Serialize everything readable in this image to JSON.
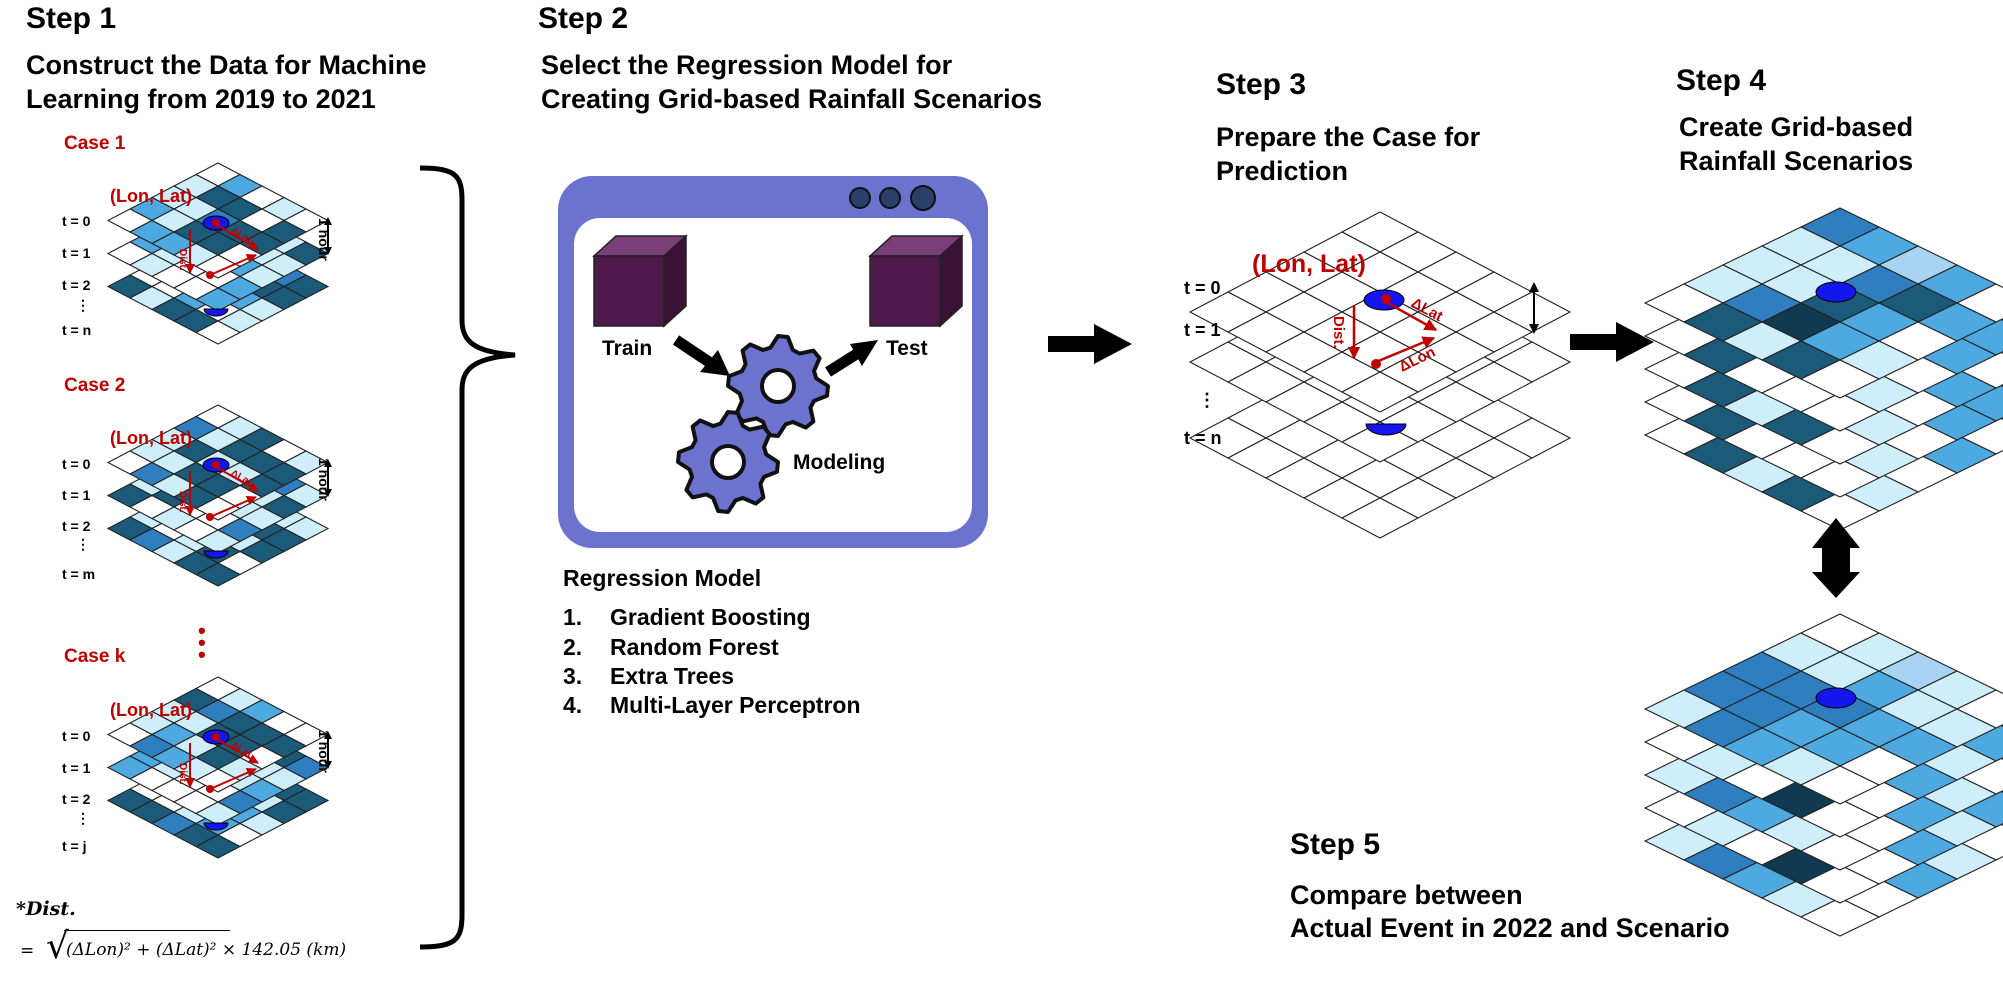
{
  "step1": {
    "label": "Step 1",
    "heading_line1": "Construct the Data for Machine",
    "heading_line2": "Learning from 2019 to 2021",
    "cases": [
      {
        "label": "Case 1",
        "coord": "(Lon, Lat)",
        "times": [
          "t = 0",
          "t = 1",
          "t = 2",
          "⋮",
          "t = n"
        ],
        "hour": "1 hour"
      },
      {
        "label": "Case 2",
        "coord": "(Lon, Lat)",
        "times": [
          "t = 0",
          "t = 1",
          "t = 2",
          "⋮",
          "t = m"
        ],
        "hour": "1 hour"
      },
      {
        "label": "Case k",
        "coord": "(Lon, Lat)",
        "times": [
          "t = 0",
          "t = 1",
          "t = 2",
          "⋮",
          "t = j"
        ],
        "hour": "1 hour"
      }
    ],
    "delta_lat": "ΔLat",
    "delta_lon": "ΔLon",
    "dist": "Dist.",
    "footnote_label": "*Dist.",
    "formula_eq": "=",
    "formula_body": "(ΔLon)² + (ΔLat)² × 142.05 (km)"
  },
  "step2": {
    "label": "Step 2",
    "heading_line1": "Select the Regression Model for",
    "heading_line2": "Creating Grid-based Rainfall Scenarios",
    "train": "Train",
    "test": "Test",
    "modeling": "Modeling",
    "regression_title": "Regression Model",
    "models": [
      {
        "num": "1.",
        "name": "Gradient Boosting"
      },
      {
        "num": "2.",
        "name": "Random Forest"
      },
      {
        "num": "3.",
        "name": "Extra Trees"
      },
      {
        "num": "4.",
        "name": "Multi-Layer Perceptron"
      }
    ]
  },
  "step3": {
    "label": "Step 3",
    "heading_line1": "Prepare the Case for",
    "heading_line2": "Prediction",
    "coord": "(Lon, Lat)",
    "times": [
      "t = 0",
      "t = 1",
      "⋮",
      "t = n"
    ],
    "delta_lat": "ΔLat",
    "delta_lon": "ΔLon",
    "dist": "Dist."
  },
  "step4": {
    "label": "Step 4",
    "heading_line1": "Create Grid-based",
    "heading_line2": "Rainfall Scenarios"
  },
  "step5": {
    "label": "Step 5",
    "heading_line1": "Compare between",
    "heading_line2": "Actual Event in 2022 and Scenario"
  },
  "colors": {
    "accent_red": "#c00000",
    "panel_blue": "#6b73cf",
    "cube_purple": "#4d1a4b",
    "dark_teal": "#1b5a78",
    "mid_blue": "#2f7fc0",
    "sky": "#4da9e0",
    "pale": "#cfeefb",
    "marker": "#1515ee"
  }
}
